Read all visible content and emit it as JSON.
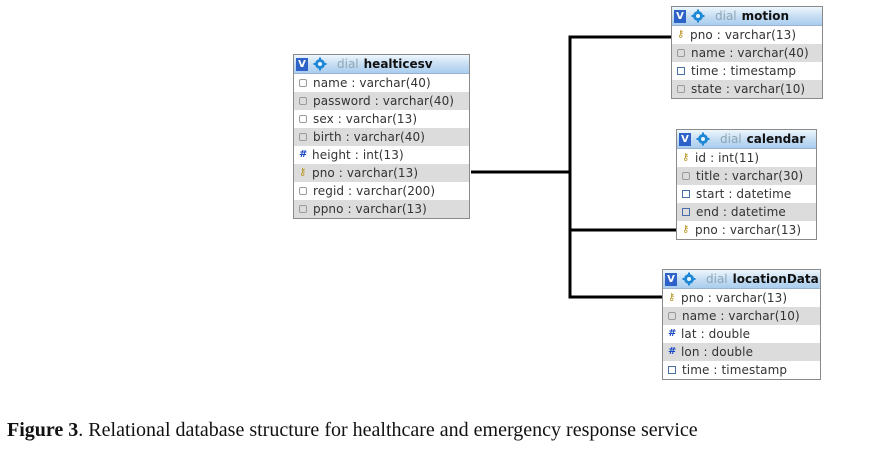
{
  "database": "dial",
  "tables": [
    {
      "name": "healticesv",
      "fields": [
        {
          "icon": "text-field-icon",
          "label": "name : varchar(40)"
        },
        {
          "icon": "text-field-icon",
          "label": "password : varchar(40)"
        },
        {
          "icon": "text-field-icon",
          "label": "sex : varchar(13)"
        },
        {
          "icon": "text-field-icon",
          "label": "birth : varchar(40)"
        },
        {
          "icon": "numeric-field-icon",
          "label": "height : int(13)"
        },
        {
          "icon": "primary-key-icon",
          "label": "pno : varchar(13)"
        },
        {
          "icon": "text-field-icon",
          "label": "regid : varchar(200)"
        },
        {
          "icon": "text-field-icon",
          "label": "ppno : varchar(13)"
        }
      ]
    },
    {
      "name": "motion",
      "fields": [
        {
          "icon": "primary-key-icon",
          "label": "pno : varchar(13)"
        },
        {
          "icon": "text-field-icon",
          "label": "name : varchar(40)"
        },
        {
          "icon": "datetime-field-icon",
          "label": "time : timestamp"
        },
        {
          "icon": "text-field-icon",
          "label": "state : varchar(10)"
        }
      ]
    },
    {
      "name": "calendar",
      "fields": [
        {
          "icon": "primary-key-icon",
          "label": "id : int(11)"
        },
        {
          "icon": "text-field-icon",
          "label": "title : varchar(30)"
        },
        {
          "icon": "datetime-field-icon",
          "label": "start : datetime"
        },
        {
          "icon": "datetime-field-icon",
          "label": "end : datetime"
        },
        {
          "icon": "primary-key-icon",
          "label": "pno : varchar(13)"
        }
      ]
    },
    {
      "name": "locationData",
      "fields": [
        {
          "icon": "primary-key-icon",
          "label": "pno : varchar(13)"
        },
        {
          "icon": "text-field-icon",
          "label": "name : varchar(10)"
        },
        {
          "icon": "numeric-field-icon",
          "label": "lat : double"
        },
        {
          "icon": "numeric-field-icon",
          "label": "lon : double"
        },
        {
          "icon": "datetime-field-icon",
          "label": "time : timestamp"
        }
      ]
    }
  ],
  "relations": [
    {
      "from": "healticesv.pno",
      "to": "motion"
    },
    {
      "from": "healticesv.pno",
      "to": "calendar.pno"
    },
    {
      "from": "healticesv.pno",
      "to": "locationData"
    }
  ],
  "caption": {
    "label": "Figure 3",
    "text": ". Relational database structure for healthcare and emergency response service"
  },
  "colors": {
    "header_gradient_end": "#a9cdef",
    "checkbox": "#2f62c8",
    "row_alt": "#dcdcdc",
    "connector": "#000000"
  }
}
